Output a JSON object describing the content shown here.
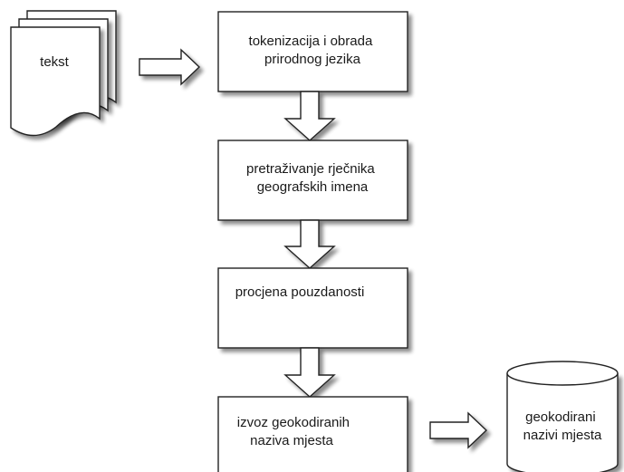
{
  "diagram": {
    "document": {
      "label": "tekst"
    },
    "steps": [
      {
        "lines": [
          "tokenizacija i obrada",
          "prirodnog jezika"
        ]
      },
      {
        "lines": [
          "pretraživanje rječnika",
          "geografskih imena"
        ]
      },
      {
        "lines": [
          "procjena pouzdanosti"
        ]
      },
      {
        "lines": [
          "izvoz geokodiranih",
          "naziva mjesta"
        ]
      }
    ],
    "output": {
      "lines": [
        "geokodirani",
        "nazivi mjesta"
      ]
    }
  }
}
